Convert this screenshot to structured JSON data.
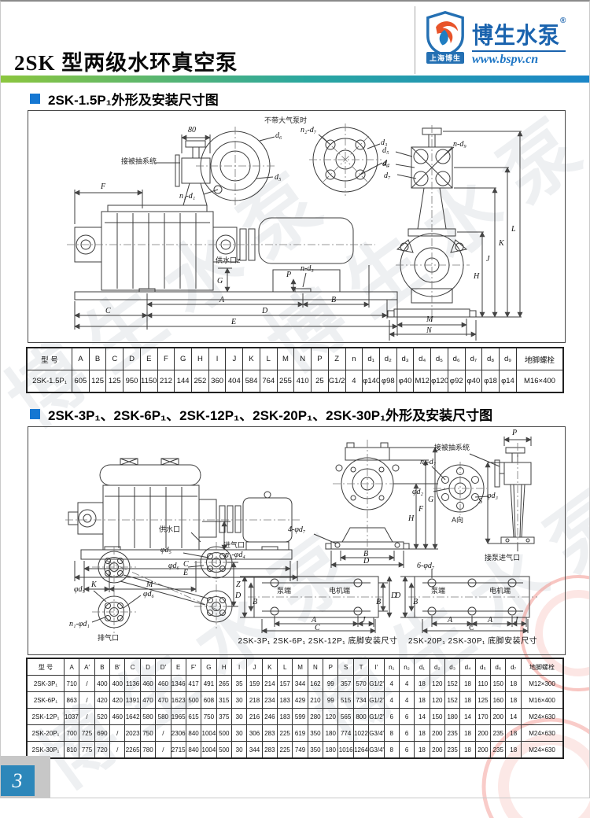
{
  "page": {
    "number": "3",
    "watermark": "博生水泵"
  },
  "header": {
    "title": "2SK 型两级水环真空泵",
    "logo": {
      "brand": "博生水泵",
      "reg": "®",
      "url": "www.bspv.cn",
      "badge_text": "上海博生"
    }
  },
  "dims": {
    "A": "A",
    "B": "B",
    "C": "C",
    "D": "D",
    "E": "E",
    "F": "F",
    "G": "G",
    "H": "H",
    "J": "J",
    "K": "K",
    "L": "L",
    "M": "M",
    "N": "N",
    "P": "P",
    "S": "S",
    "Z": "Z"
  },
  "section1": {
    "heading": "2SK-1.5P₁外形及安装尺寸图",
    "labels": {
      "note": "不带大气泵时",
      "dim80": "80",
      "connect": "接被抽系统",
      "water": "供水口z",
      "nd3": "n-d₃",
      "n1d1": "n₁-d₁",
      "n2d7": "n₂-d₇",
      "nd9": "n-d₉",
      "d2": "d₂",
      "d3": "d₃",
      "d5": "d₅",
      "d6": "d₆",
      "d7": "d₇"
    }
  },
  "table1": {
    "columns": [
      "型 号",
      "A",
      "B",
      "C",
      "D",
      "E",
      "F",
      "G",
      "H",
      "I",
      "J",
      "K",
      "L",
      "M",
      "N",
      "P",
      "Z",
      "n",
      "d₁",
      "d₂",
      "d₃",
      "d₄",
      "d₅",
      "d₆",
      "d₇",
      "d₈",
      "d₉",
      "地脚螺栓"
    ],
    "rows": [
      [
        "2SK-1.5P₁",
        "605",
        "125",
        "125",
        "950",
        "1150",
        "212",
        "144",
        "252",
        "360",
        "404",
        "584",
        "764",
        "255",
        "410",
        "25",
        "G1/2\"",
        "4",
        "φ140",
        "φ98",
        "φ40",
        "M12",
        "φ120",
        "φ92",
        "φ40",
        "φ18",
        "φ14",
        "M16×400"
      ]
    ]
  },
  "section2": {
    "heading": "2SK-3P₁、2SK-6P₁、2SK-12P₁、2SK-20P₁、2SK-30P₁外形及安装尺寸图",
    "labels": {
      "connect": "接被抽系统",
      "pump_inlet": "接泵进气口",
      "air_inlet": "进气口",
      "exhaust": "排气口",
      "water": "供水口",
      "view_a": "A向",
      "four_d7": "4-φd₇",
      "six_d7": "6-φd₇",
      "n2d7": "n₂-d₇",
      "pd2": "φd₂",
      "pd3": "φd₃",
      "n1d4": "n₁-φd₄",
      "n1d1": "n₁-φd₁",
      "pd5": "φd₅",
      "pd6": "φd₆",
      "pump_end": "泵端",
      "motor_end": "电机端"
    },
    "captions": {
      "small": "2SK-3P₁ 2SK-6P₁ 2SK-12P₁ 底脚安装尺寸",
      "large": "2SK-20P₁ 2SK-30P₁ 底脚安装尺寸"
    }
  },
  "table2": {
    "columns": [
      "型 号",
      "A",
      "A′",
      "B",
      "B′",
      "C",
      "D",
      "D′",
      "E",
      "F′",
      "G",
      "H",
      "I",
      "J",
      "K",
      "L",
      "M",
      "N",
      "P",
      "S",
      "T",
      "I′",
      "n₁",
      "n₂",
      "d₁",
      "d₂",
      "d₃",
      "d₄",
      "d₅",
      "d₆",
      "d₇",
      "地脚螺栓"
    ],
    "rows": [
      [
        "2SK-3P₁",
        "710",
        "/",
        "400",
        "400",
        "1136",
        "460",
        "460",
        "1346",
        "417",
        "491",
        "265",
        "35",
        "159",
        "214",
        "157",
        "344",
        "162",
        "99",
        "357",
        "570",
        "G1/2\"",
        "4",
        "4",
        "18",
        "120",
        "152",
        "18",
        "110",
        "150",
        "18",
        "M12×300"
      ],
      [
        "2SK-6P₁",
        "863",
        "/",
        "420",
        "420",
        "1391",
        "470",
        "470",
        "1623",
        "500",
        "608",
        "315",
        "30",
        "218",
        "234",
        "183",
        "429",
        "210",
        "99",
        "515",
        "734",
        "G1/2\"",
        "4",
        "4",
        "18",
        "120",
        "152",
        "18",
        "125",
        "160",
        "18",
        "M16×400"
      ],
      [
        "2SK-12P₁",
        "1037.5",
        "/",
        "520",
        "460",
        "1642",
        "580",
        "580",
        "1965",
        "615",
        "750",
        "375",
        "30",
        "216",
        "246",
        "183",
        "599",
        "280",
        "120",
        "565",
        "800",
        "G1/2\"",
        "6",
        "6",
        "14",
        "150",
        "180",
        "14",
        "170",
        "200",
        "14",
        "M24×630"
      ],
      [
        "2SK-20P₁",
        "700",
        "725",
        "690",
        "/",
        "2023",
        "750",
        "/",
        "2306",
        "840",
        "1004",
        "500",
        "30",
        "306",
        "283",
        "225",
        "619",
        "350",
        "180",
        "774",
        "1022",
        "G3/4\"",
        "8",
        "6",
        "18",
        "200",
        "235",
        "18",
        "200",
        "235",
        "18",
        "M24×630"
      ],
      [
        "2SK-30P₁",
        "810",
        "775",
        "720",
        "/",
        "2265",
        "780",
        "/",
        "2715",
        "840",
        "1004",
        "500",
        "30",
        "344",
        "283",
        "225",
        "749",
        "350",
        "180",
        "1016",
        "1264",
        "G3/4\"",
        "8",
        "6",
        "18",
        "200",
        "235",
        "18",
        "200",
        "235",
        "18",
        "M24×630"
      ]
    ]
  },
  "colors": {
    "accent_blue": "#1577d2",
    "gradient_start": "#8cc63e",
    "gradient_mid": "#2aa7a0",
    "gradient_end": "#1b86c8",
    "brand_blue": "#1a63ae",
    "page_num_bg": "#2d87ba",
    "stamp_red": "#ef8077"
  }
}
